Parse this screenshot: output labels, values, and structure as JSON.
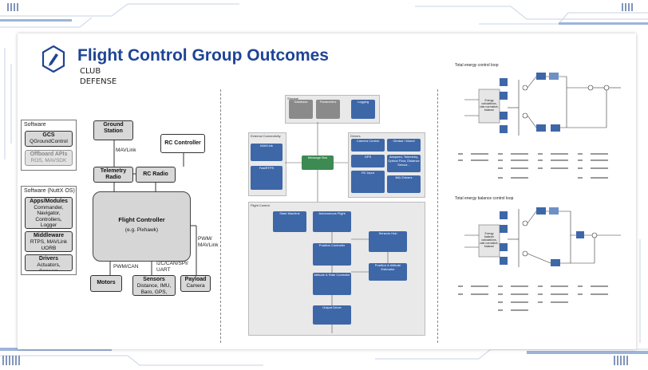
{
  "slide": {
    "title": "Flight Control Group Outcomes",
    "subtitle_1": "CLUB",
    "subtitle_2": "DEFENSE"
  },
  "software_panel": {
    "title": "Software",
    "gcs_title": "GCS",
    "gcs_sub": "QGroundControl",
    "offboard_title": "Offboard APIs",
    "offboard_sub": "ROS, MAVSDK"
  },
  "nuttx_panel": {
    "title": "Software (NuttX OS)",
    "apps_title": "Apps/Modules",
    "apps_lines": [
      "Commander,",
      "Navigator,",
      "Controllers, Logger"
    ],
    "middleware_title": "Middleware",
    "middleware_lines": [
      "RTPS, MAVLink",
      "UORB"
    ],
    "drivers_title": "Drivers",
    "drivers_sub": "Actuators, Sensors"
  },
  "hardware": {
    "ground_station": [
      "Ground",
      "Station"
    ],
    "rc_controller": "RC Controller",
    "telemetry_radio": [
      "Telemetry",
      "Radio"
    ],
    "rc_radio": "RC Radio",
    "flight_controller": "Flight Controller",
    "flight_controller_sub": "(e.g. Pixhawk)",
    "motors": "Motors",
    "sensors_title": "Sensors",
    "sensors_lines": [
      "Distance, IMU,",
      "Baro, GPS, Flow"
    ],
    "payload_title": "Payload",
    "payload_sub": "Camera",
    "label_mavlink": "MAVLink",
    "label_pwm_can": "PWM/CAN",
    "label_i2c": [
      "I2C/CAN/SPI/",
      "UART"
    ],
    "label_pwm_mavlink": [
      "PWM/",
      "MAVLink"
    ]
  },
  "architecture": {
    "storage": "Storage",
    "database": "Database",
    "parameters": "Parameters",
    "logging": "Logging",
    "external_connectivity": "External Connectivity",
    "mavlink": "MAVLink",
    "fastrtps": "FastRTPS",
    "message_bus": "Message Bus",
    "drivers": "Drivers",
    "camera_control": "Camera Control",
    "gimbal_mount": "Gimbal / Mount",
    "gps": "GPS",
    "airspeed": "Airspeed, Telemetry, Optical Flow, Distance Sensor...",
    "rc_input": "RC Input",
    "imu_drivers": "IMU Drivers",
    "flight_control": "Flight Control",
    "state_machine": "State Machine",
    "autonomous_flight": "Autonomous Flight",
    "sensors_hub": "Sensors Hub",
    "position_controller": "Position Controller",
    "position_attitude_estimator": "Position & Attitude Estimator",
    "attitude_rate_controller": "Attitude & Rate Controller",
    "output_driver": "Output Driver"
  },
  "energy": {
    "total_energy_title": "Total energy control loop",
    "balance_title": "Total energy balance control loop",
    "block_1": "Energy calculations, rate-normalize, balance",
    "block_2": "Energy balance calculations, rate-normalize, balance"
  },
  "colors": {
    "title_blue": "#1e4496",
    "block_blue": "#3e67a8",
    "panel_gray": "#d8d8d8"
  }
}
